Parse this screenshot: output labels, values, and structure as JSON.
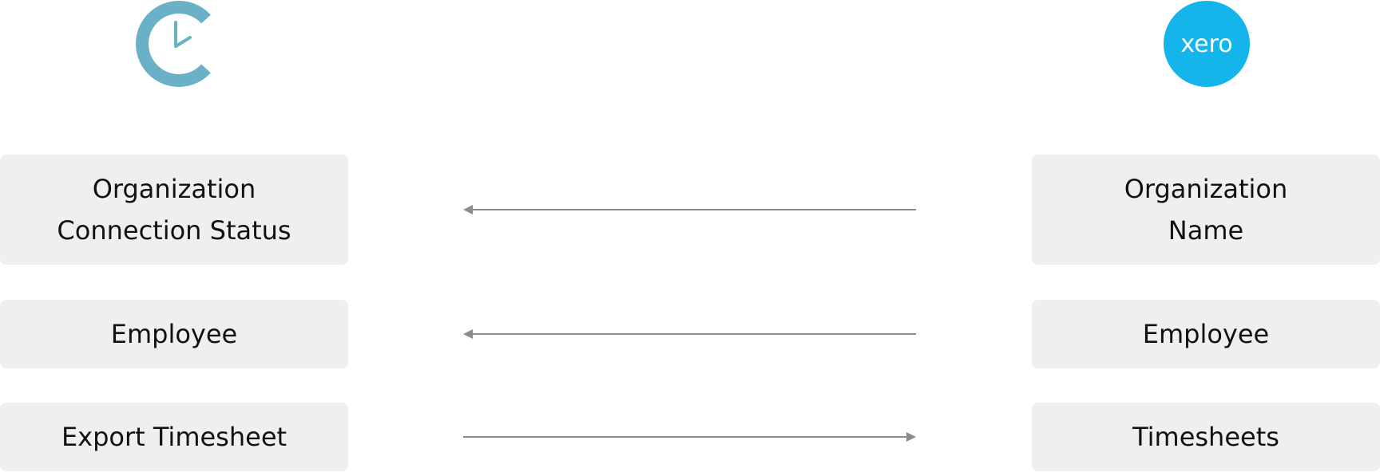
{
  "logos": {
    "left": {
      "icon": "clock-c-icon",
      "color": "#6ab0c6"
    },
    "right": {
      "icon": "xero-logo-icon",
      "text": "xero",
      "color": "#13b5ea"
    }
  },
  "rows": [
    {
      "left": {
        "lines": [
          "Organization",
          "Connection Status"
        ]
      },
      "right": {
        "lines": [
          "Organization",
          "Name"
        ]
      },
      "direction": "right-to-left"
    },
    {
      "left": {
        "lines": [
          "Employee"
        ]
      },
      "right": {
        "lines": [
          "Employee"
        ]
      },
      "direction": "right-to-left"
    },
    {
      "left": {
        "lines": [
          "Export Timesheet"
        ]
      },
      "right": {
        "lines": [
          "Timesheets"
        ]
      },
      "direction": "left-to-right"
    }
  ],
  "colors": {
    "box_background": "#efeff2",
    "arrow": "#8c8c8c",
    "text": "#111111"
  }
}
